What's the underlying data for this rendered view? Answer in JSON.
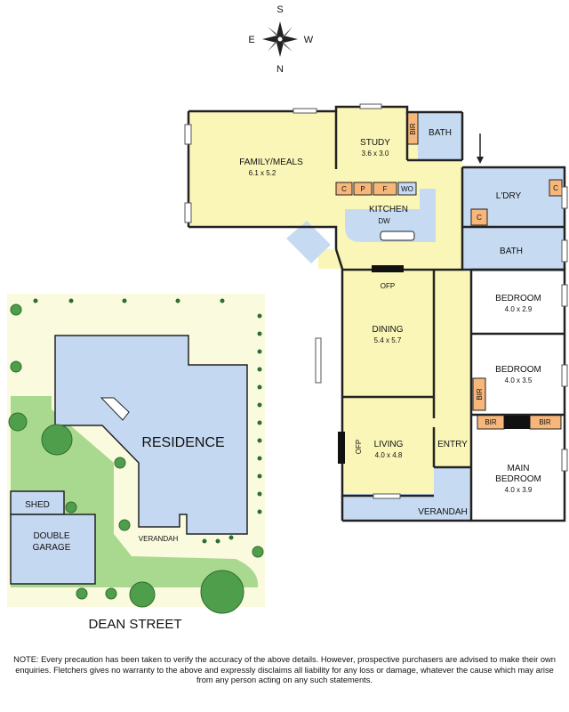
{
  "compass": {
    "n": "N",
    "s": "S",
    "e": "E",
    "w": "W"
  },
  "colors": {
    "floor": "#faf6b7",
    "blue": "#c6dbf2",
    "cabinet": "#f7b77a",
    "bench": "#b9d4f2",
    "lawn": "#a9d98e",
    "path": "#fafade",
    "residence": "#c5d8f1",
    "wall": "#222222",
    "window": "#555555"
  },
  "rooms": {
    "family": {
      "name": "FAMILY/MEALS",
      "size": "6.1 x 5.2"
    },
    "study": {
      "name": "STUDY",
      "size": "3.6 x 3.0"
    },
    "kitchen": {
      "name": "KITCHEN",
      "dw": "DW"
    },
    "bath1": {
      "name": "BATH",
      "bir": "BIR"
    },
    "laundry": {
      "name": "L'DRY"
    },
    "bath2": {
      "name": "BATH"
    },
    "bed1": {
      "name": "BEDROOM",
      "size": "4.0 x 2.9"
    },
    "bed2": {
      "name": "BEDROOM",
      "size": "4.0 x 3.5",
      "bir": "BIR"
    },
    "main": {
      "name1": "MAIN",
      "name2": "BEDROOM",
      "size": "4.0 x 3.9",
      "bir": "BIR"
    },
    "dining": {
      "name": "DINING",
      "size": "5.4 x 5.7"
    },
    "living": {
      "name": "LIVING",
      "size": "4.0 x 4.8"
    },
    "entry": {
      "name": "ENTRY"
    },
    "verandah": {
      "name": "VERANDAH"
    },
    "ofp": "OFP"
  },
  "cabinets": {
    "c": "C",
    "p": "P",
    "f": "F",
    "wo": "WO"
  },
  "site": {
    "residence": "RESIDENCE",
    "shed": "SHED",
    "garage1": "DOUBLE",
    "garage2": "GARAGE",
    "verandah": "VERANDAH",
    "street": "DEAN STREET"
  },
  "note": "NOTE: Every precaution has been taken to verify the accuracy of the above details. However, prospective purchasers are advised to make their own enquiries.  Fletchers gives no warranty to the above and expressly disclaims all liability for any loss or damage, whatever the cause which may arise from any person acting on any such statements."
}
